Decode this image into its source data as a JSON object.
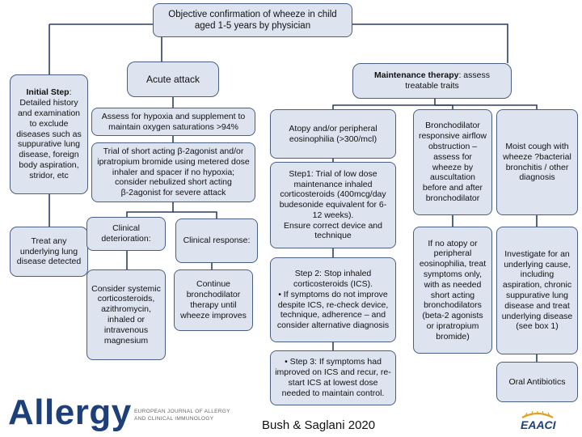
{
  "diagram": {
    "root": "Objective confirmation of wheeze in child aged 1-5 years by physician",
    "initial_step": {
      "title": "Initial Step",
      "text": "Detailed history and examination to exclude diseases such as suppurative lung disease, foreign body aspiration, stridor, etc"
    },
    "treat_underlying": "Treat any underlying lung disease detected",
    "acute_attack": "Acute attack",
    "assess_hypoxia": "Assess for hypoxia and supplement to maintain oxygen saturations >94%",
    "trial_saba": "Trial of short acting β-2agonist and/or ipratropium bromide using metered dose inhaler and spacer if no hypoxia; consider nebulized short acting β-2agonist for severe attack",
    "clinical_deterioration": "Clinical deterioration:",
    "clinical_response": "Clinical response:",
    "consider_systemic": "Consider systemic corticosteroids, azithromycin, inhaled or intravenous magnesium",
    "continue_bronchodilator": "Continue bronchodilator therapy until wheeze improves",
    "maintenance": {
      "title": "Maintenance therapy",
      "text": ": assess treatable traits"
    },
    "atopy": "Atopy and/or peripheral eosinophilia (>300/mcl)",
    "step1": "Step1: Trial of low dose maintenance inhaled corticosteroids (400mcg/day budesonide equivalent for 6-12 weeks).\nEnsure correct device and technique",
    "step2": "Step 2: Stop inhaled corticosteroids (ICS).\n• If symptoms do not improve despite ICS, re-check device, technique, adherence – and consider alternative diagnosis",
    "step3": "• Step 3: If symptoms had improved on ICS and recur, re-start ICS at lowest dose needed to maintain control.",
    "bronchodilator_responsive": "Bronchodilator responsive airflow obstruction – assess for wheeze by auscultation before and after bronchodilator",
    "no_atopy": "If no atopy or peripheral eosinophilia, treat symptoms only, with as needed short acting bronchodilators (beta-2 agonists or ipratropium bromide)",
    "moist_cough": "Moist cough with wheeze ?bacterial bronchitis / other diagnosis",
    "investigate": "Investigate for an underlying cause, including aspiration, chronic suppurative lung disease and treat underlying disease (see box 1)",
    "oral_antibiotics": "Oral Antibiotics"
  },
  "footer": {
    "logo": "Allergy",
    "journal": "EUROPEAN JOURNAL OF ALLERGY\nAND CLINICAL IMMUNOLOGY",
    "credit": "Bush & Saglani 2020",
    "eaaci": "EAACI"
  },
  "colors": {
    "box_fill": "#dde4ef",
    "box_border": "#4a5e82",
    "connector": "#2b3f63",
    "logo": "#1d3f7a"
  }
}
